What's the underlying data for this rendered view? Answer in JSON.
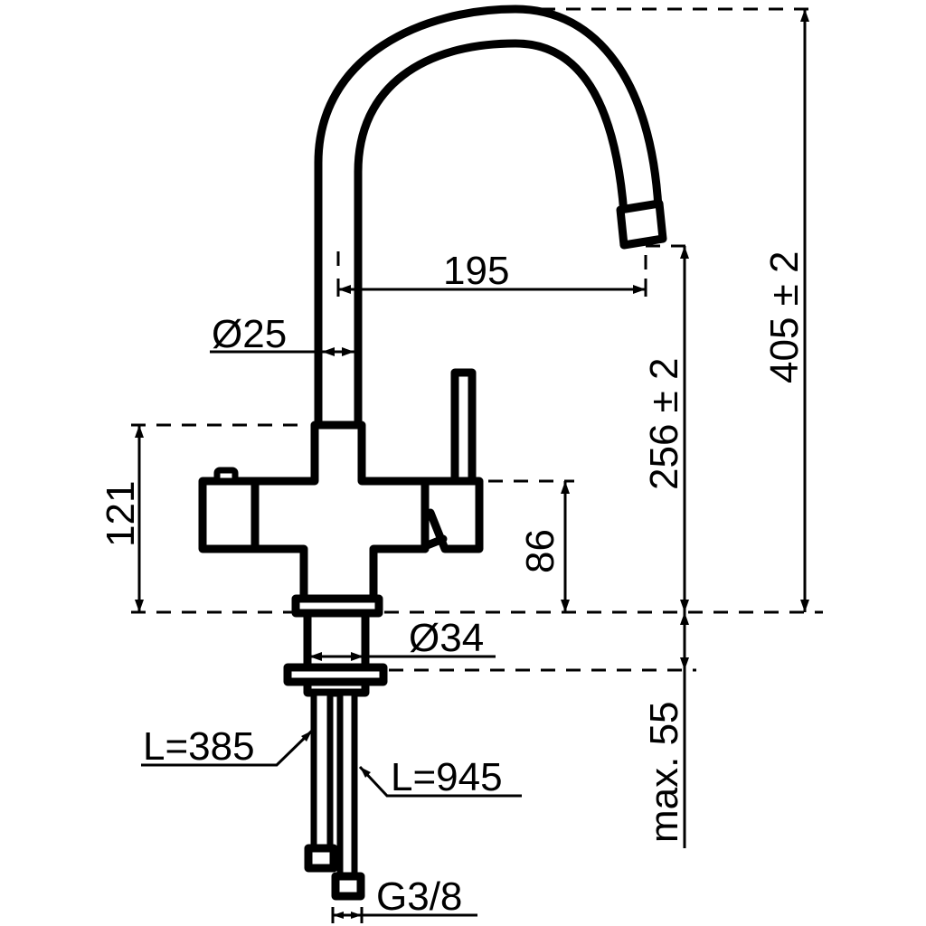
{
  "title": "Faucet dimension drawing",
  "colors": {
    "line": "#000000",
    "background": "#ffffff"
  },
  "dimensions": {
    "spout_reach": "195",
    "spout_diameter": "Ø25",
    "body_height": "121",
    "lever_height": "86",
    "spout_outlet_height": "256 ± 2",
    "total_height": "405 ± 2",
    "mount_diameter": "Ø34",
    "max_countertop": "max. 55",
    "hose_short": "L=385",
    "hose_long": "L=945",
    "thread": "G3/8"
  }
}
